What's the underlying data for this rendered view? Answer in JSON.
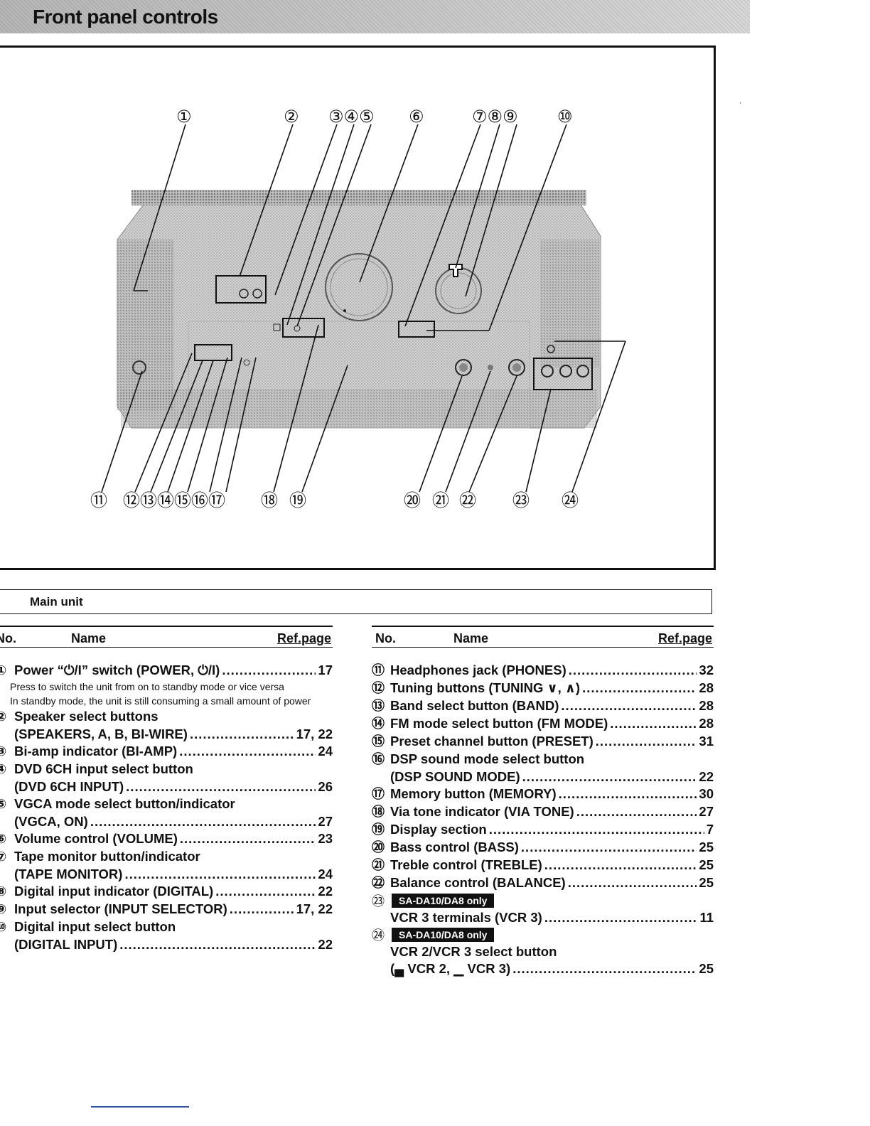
{
  "page": {
    "title": "Front panel controls"
  },
  "figure": {
    "top_callouts": [
      "①",
      "②",
      "③④⑤",
      "⑥",
      "⑦⑧⑨",
      "⑩"
    ],
    "bottom_callouts": [
      "⑪",
      "⑫⑬⑭⑮⑯⑰",
      "⑱",
      "⑲",
      "⑳",
      "㉑",
      "㉒",
      "㉓",
      "㉔"
    ]
  },
  "section": {
    "label": "Main unit"
  },
  "columns": {
    "headers": {
      "no": "No.",
      "name": "Name",
      "ref": "Ref.page"
    }
  },
  "left_items": [
    {
      "marker": "①",
      "line1": "Power “⏻/I” switch (POWER, ⏻/I)",
      "ref": "17",
      "desc1": "Press to switch the unit from on to standby mode or vice versa",
      "desc2": "In standby mode, the unit is still consuming a small amount of power"
    },
    {
      "marker": "②",
      "line1": "Speaker select buttons",
      "line2": "(SPEAKERS, A, B, BI-WIRE)",
      "ref": "17, 22"
    },
    {
      "marker": "③",
      "line1": "Bi-amp indicator (BI-AMP)",
      "ref": "24"
    },
    {
      "marker": "④",
      "line1": "DVD 6CH input select button",
      "line2": "(DVD 6CH INPUT)",
      "ref": "26"
    },
    {
      "marker": "⑤",
      "line1": "VGCA mode select button/indicator",
      "line2": "(VGCA, ON)",
      "ref": "27"
    },
    {
      "marker": "⑥",
      "line1": "Volume control (VOLUME)",
      "ref": "23"
    },
    {
      "marker": "⑦",
      "line1": "Tape monitor button/indicator",
      "line2": "(TAPE MONITOR)",
      "ref": "24"
    },
    {
      "marker": "⑧",
      "line1": "Digital input indicator (DIGITAL)",
      "ref": "22"
    },
    {
      "marker": "⑨",
      "line1": "Input selector (INPUT SELECTOR)",
      "ref": "17, 22"
    },
    {
      "marker": "⑩",
      "line1": "Digital input select button",
      "line2": "(DIGITAL INPUT)",
      "ref": "22"
    }
  ],
  "right_items": [
    {
      "marker": "⑪",
      "line1": "Headphones jack (PHONES)",
      "ref": "32"
    },
    {
      "marker": "⑫",
      "line1": "Tuning buttons (TUNING ∨, ∧)",
      "ref": "28"
    },
    {
      "marker": "⑬",
      "line1": "Band select button (BAND)",
      "ref": "28"
    },
    {
      "marker": "⑭",
      "line1": "FM mode select button (FM MODE)",
      "ref": "28"
    },
    {
      "marker": "⑮",
      "line1": "Preset channel button (PRESET)",
      "ref": "31"
    },
    {
      "marker": "⑯",
      "line1": "DSP sound mode select button",
      "line2": "(DSP SOUND MODE)",
      "ref": "22"
    },
    {
      "marker": "⑰",
      "line1": "Memory button (MEMORY)",
      "ref": "30"
    },
    {
      "marker": "⑱",
      "line1": "Via tone indicator (VIA TONE)",
      "ref": "27"
    },
    {
      "marker": "⑲",
      "line1": "Display section",
      "ref": "7"
    },
    {
      "marker": "⑳",
      "line1": "Bass control (BASS)",
      "ref": "25"
    },
    {
      "marker": "㉑",
      "line1": "Treble control (TREBLE)",
      "ref": "25"
    },
    {
      "marker": "㉒",
      "line1": "Balance control (BALANCE)",
      "ref": "25"
    },
    {
      "marker": "㉓",
      "badge": "SA-DA10/DA8 only",
      "line2": "VCR 3 terminals (VCR 3)",
      "ref": "11"
    },
    {
      "marker": "㉔",
      "badge": "SA-DA10/DA8 only",
      "line2": "VCR 2/VCR 3 select button",
      "line3": "(▄ VCR 2, ▁ VCR 3)",
      "ref": "25"
    }
  ]
}
